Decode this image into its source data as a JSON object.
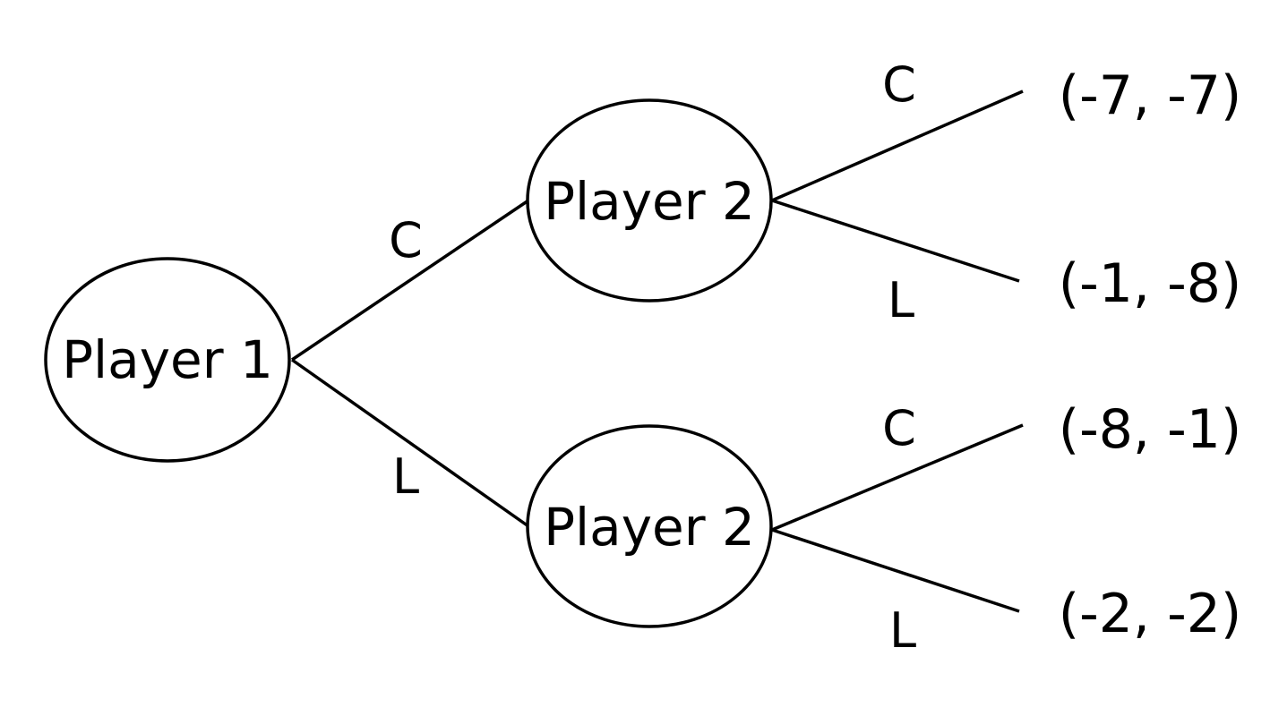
{
  "nodes": {
    "root": {
      "label": "Player 1"
    },
    "upper": {
      "label": "Player 2"
    },
    "lower": {
      "label": "Player 2"
    }
  },
  "edges": {
    "root_upper": {
      "label": "C"
    },
    "root_lower": {
      "label": "L"
    },
    "upper_c": {
      "label": "C"
    },
    "upper_l": {
      "label": "L"
    },
    "lower_c": {
      "label": "C"
    },
    "lower_l": {
      "label": "L"
    }
  },
  "payoffs": {
    "cc": "(-7, -7)",
    "cl": "(-1, -8)",
    "lc": "(-8, -1)",
    "ll": "(-2, -2)"
  }
}
